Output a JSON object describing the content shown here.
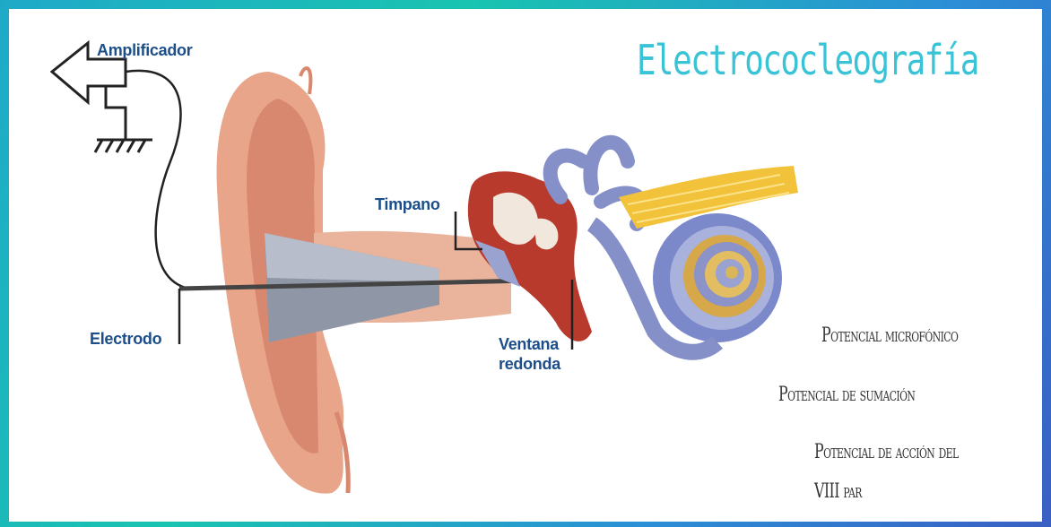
{
  "title": "Electrococleografía",
  "labels": {
    "amplificador": "Amplificador",
    "timpano": "Timpano",
    "electrodo": "Electrodo",
    "ventana_line1": "Ventana",
    "ventana_line2": "redonda"
  },
  "potentials": {
    "p1": "Potencial microfónico",
    "p2": "Potencial de sumación",
    "p3_line1": "Potencial de acción del",
    "p3_line2": "VIII par"
  },
  "colors": {
    "title": "#39c3d6",
    "label": "#1c4f8a",
    "ear": "#e8a58a",
    "cochlea": "#7b88c9",
    "nerve": "#f2c23a"
  }
}
